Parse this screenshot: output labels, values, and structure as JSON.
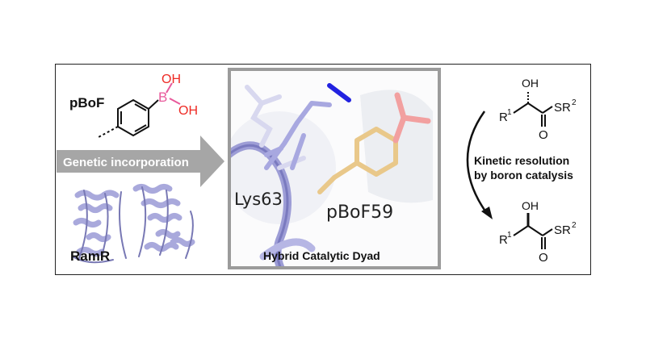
{
  "left": {
    "compound_label": "pBoF",
    "boronic_oh_top": "OH",
    "boronic_b": "B",
    "boronic_oh_right": "OH",
    "arrow_label": "Genetic incorporation",
    "protein_label": "RamR"
  },
  "center": {
    "residue_lys": "Lys63",
    "residue_pbof": "pBoF59",
    "caption": "Hybrid Catalytic Dyad"
  },
  "right": {
    "top_oh": "OH",
    "top_r": "R",
    "top_r_sup": "1",
    "top_sr": "SR",
    "top_sr_sup": "2",
    "top_o": "O",
    "caption_line1": "Kinetic resolution",
    "caption_line2": "by boron catalysis",
    "bottom_oh": "OH",
    "bottom_r": "R",
    "bottom_r_sup": "1",
    "bottom_sr": "SR",
    "bottom_sr_sup": "2",
    "bottom_o": "O"
  },
  "colors": {
    "boron_pink": "#e8599b",
    "oxygen_red": "#ee2a24",
    "protein_lavender": "#a9a9dc",
    "protein_dark": "#7878b4",
    "arrow_gray": "#a6a6a6",
    "box_gray": "#9b9b9b",
    "pbof_tan": "#e9c88a",
    "lys_blue": "#2222e0"
  }
}
